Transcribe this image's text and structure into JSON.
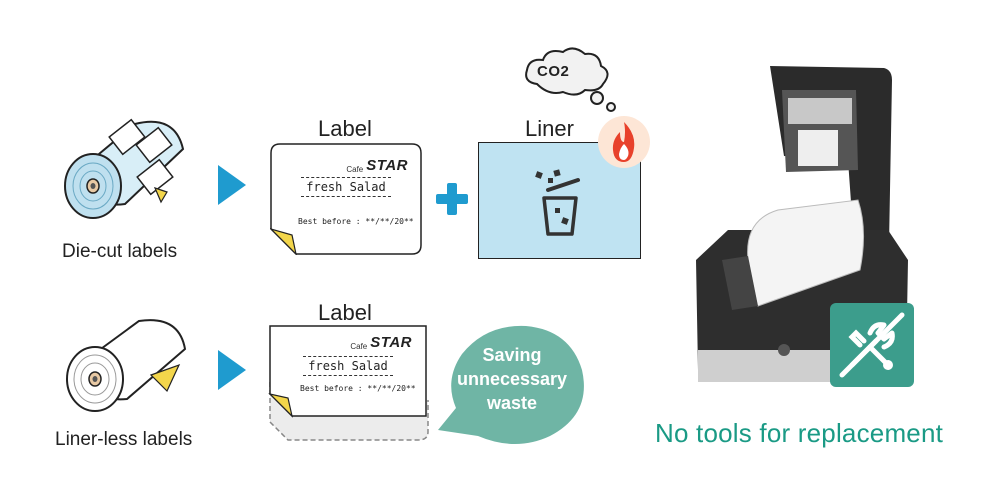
{
  "die_cut": {
    "caption": "Die-cut labels"
  },
  "liner_less": {
    "caption": "Liner-less labels"
  },
  "top_label": {
    "heading": "Label",
    "brand_small": "Cafe",
    "brand_big": "STAR",
    "item": "fresh Salad",
    "best_before": "Best before : **/**/20**"
  },
  "liner": {
    "heading": "Liner",
    "co2": "CO2"
  },
  "bottom_label": {
    "heading": "Label",
    "brand_small": "Cafe",
    "brand_big": "STAR",
    "item": "fresh Salad",
    "best_before": "Best before : **/**/20**"
  },
  "bubble": {
    "line1": "Saving",
    "line2": "unnecessary",
    "line3": "waste"
  },
  "tagline": "No tools for replacement",
  "colors": {
    "arrow": "#1f9bcf",
    "plus": "#1f9bcf",
    "liner_fill": "#bfe3f2",
    "bubble": "#6fb5a5",
    "tagline": "#1a9a85",
    "tool_badge": "#3c9d8c",
    "label_corner": "#f3d64b"
  },
  "icons": [
    "die-cut-roll",
    "liner-less-roll",
    "play-arrow",
    "plus",
    "trash-can",
    "co2-cloud",
    "fire",
    "printer",
    "no-tools"
  ]
}
